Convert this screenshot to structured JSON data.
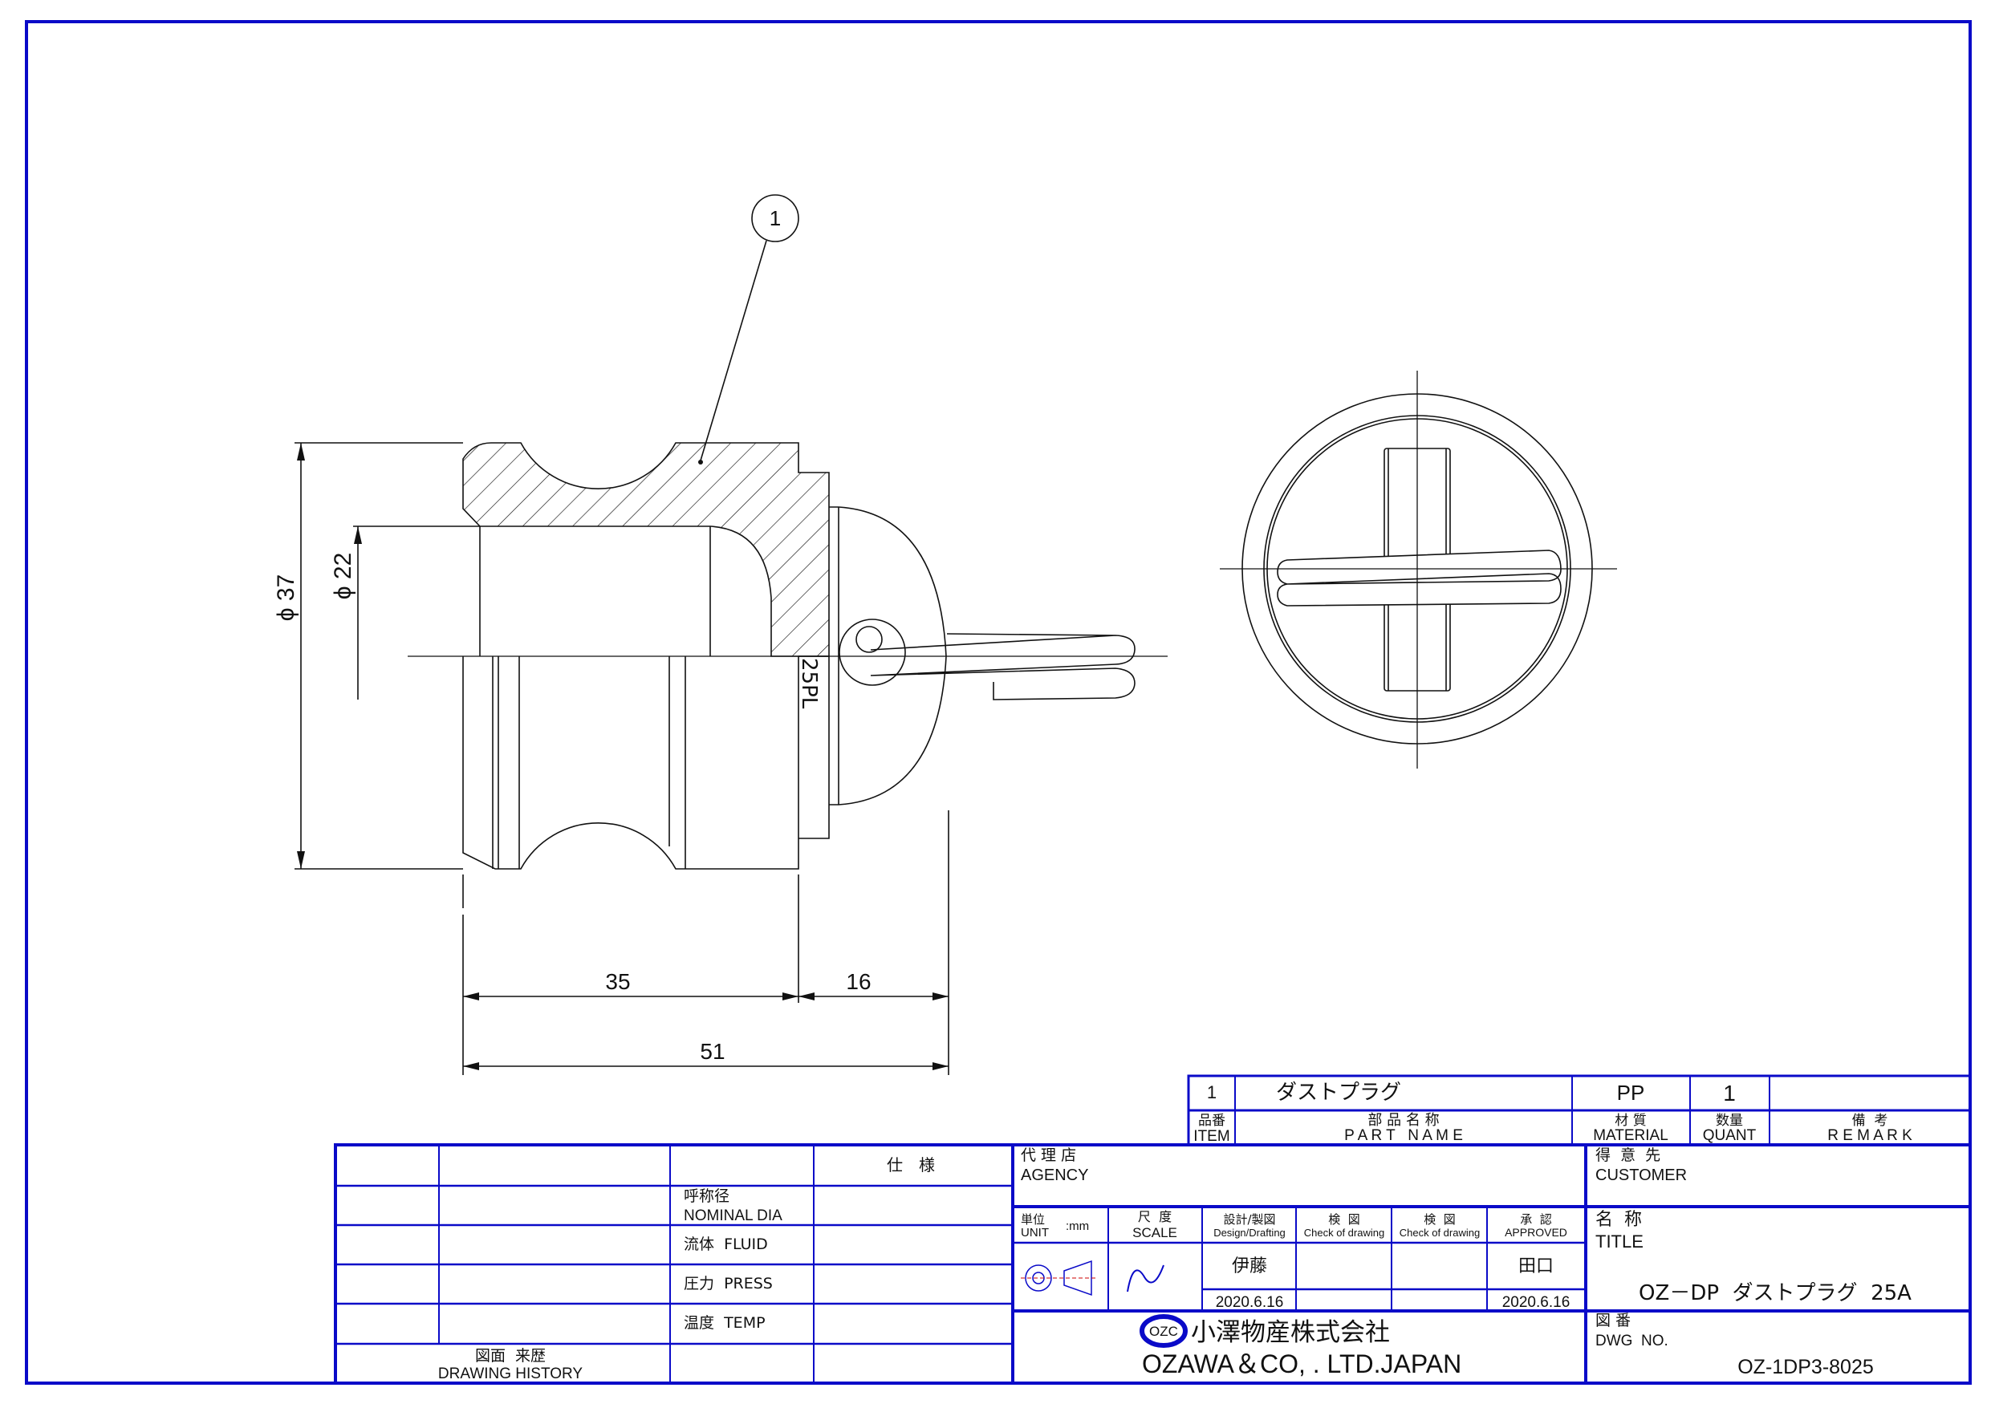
{
  "drawing": {
    "balloon": "1",
    "dims": {
      "dia_outer": "ϕ 37",
      "dia_inner": "ϕ 22",
      "len_body": "35",
      "len_cap": "16",
      "len_total": "51"
    },
    "engraving": "25PL"
  },
  "parts_list": {
    "row": {
      "item": "1",
      "part_name": "ダストプラグ",
      "material": "PP",
      "quant": "1",
      "remark": ""
    },
    "headers": {
      "item_jp": "品番",
      "item_en": "ITEM",
      "name_jp": "部 品 名 称",
      "name_en": "P A R T   N A M E",
      "material_jp": "材 質",
      "material_en": "MATERIAL",
      "quant_jp": "数量",
      "quant_en": "QUANT",
      "remark_jp": "備  考",
      "remark_en": "R E M A R K"
    }
  },
  "spec_table": {
    "header": "仕　様",
    "rows": [
      {
        "jp": "呼称径",
        "en": "NOMINAL DIA"
      },
      {
        "label": "流体  FLUID"
      },
      {
        "label": "圧力  PRESS"
      },
      {
        "label": "温度  TEMP"
      }
    ],
    "history_jp": "図面  来歴",
    "history_en": "DRAWING HISTORY"
  },
  "title_block": {
    "agency_jp": "代 理 店",
    "agency_en": "AGENCY",
    "customer_jp": "得  意  先",
    "customer_en": "CUSTOMER",
    "unit_jp": "単位",
    "unit_en": "UNIT",
    "unit_value": ":mm",
    "scale_jp": "尺  度",
    "scale_en": "SCALE",
    "design_jp": "設計/製図",
    "design_en": "Design/Drafting",
    "check1_jp": "検  図",
    "check1_en": "Check of drawing",
    "check2_jp": "検  図",
    "check2_en": "Check of drawing",
    "approved_jp": "承  認",
    "approved_en": "APPROVED",
    "designer": "伊藤",
    "design_date": "2020.6.16",
    "approver": "田口",
    "approved_date": "2020.6.16",
    "title_jp": "名  称",
    "title_en": "TITLE",
    "title_value": "OZ－DP  ダストプラグ  25A",
    "dwg_jp": "図 番",
    "dwg_en": "DWG  NO.",
    "dwg_value": "OZ-1DP3-8025",
    "company_logo": "OZC",
    "company_jp": "小澤物産株式会社",
    "company_en": "OZAWA＆CO, . LTD.JAPAN"
  },
  "colors": {
    "frame": "#0a0ac8",
    "line": "#111111"
  }
}
